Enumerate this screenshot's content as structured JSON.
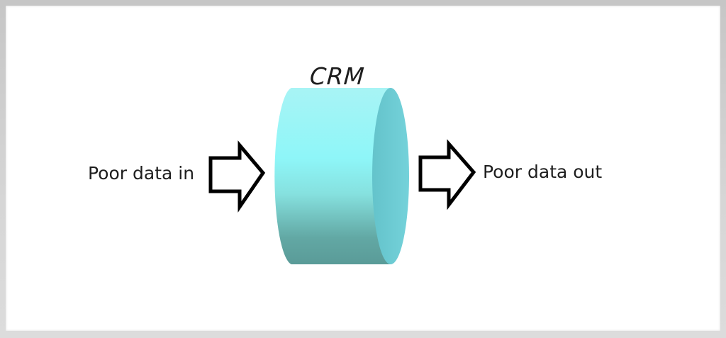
{
  "diagram": {
    "title": "CRM",
    "input_label": "Poor data in",
    "output_label": "Poor data out",
    "colors": {
      "cylinder_top": "#9ef5f7",
      "cylinder_mid": "#8de6e6",
      "cylinder_bottom": "#5a9f9c",
      "cylinder_face": "#6ecbd3",
      "arrow_stroke": "#000000",
      "arrow_fill": "#ffffff"
    }
  }
}
